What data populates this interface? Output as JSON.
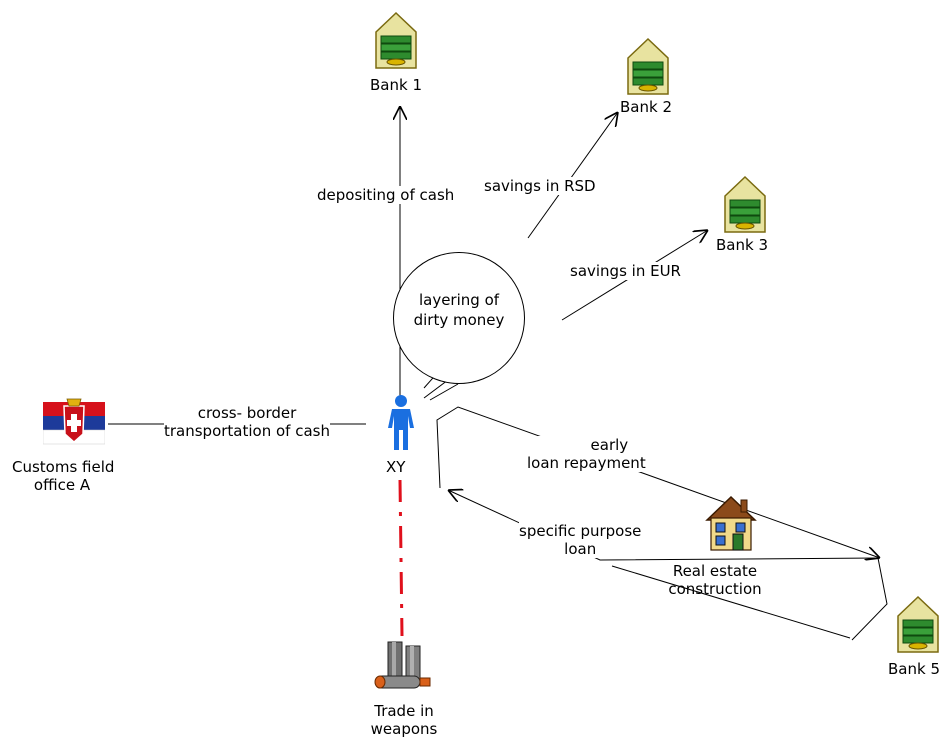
{
  "nodes": {
    "bank1": "Bank 1",
    "bank2": "Bank 2",
    "bank3": "Bank 3",
    "bank5": "Bank 5",
    "center_line1": "layering of",
    "center_line2": "dirty money",
    "person": "XY",
    "customs_line1": "Customs field",
    "customs_line2": "office A",
    "weapons_line1": "Trade in",
    "weapons_line2": "weapons",
    "realestate_line1": "Real estate",
    "realestate_line2": "construction"
  },
  "edges": {
    "depositing": "depositing of cash",
    "savings_rsd": "savings in RSD",
    "savings_eur": "savings in EUR",
    "crossborder_line1": "cross- border",
    "crossborder_line2": "transportation of cash",
    "early_line1": "early",
    "early_line2": "loan repayment",
    "specific_line1": "specific purpose",
    "specific_line2": "loan"
  },
  "colors": {
    "person": "#1a6fe0",
    "weapons_link": "#e0101c",
    "money_green": "#2e8b2e",
    "house": "#f2d98a"
  }
}
